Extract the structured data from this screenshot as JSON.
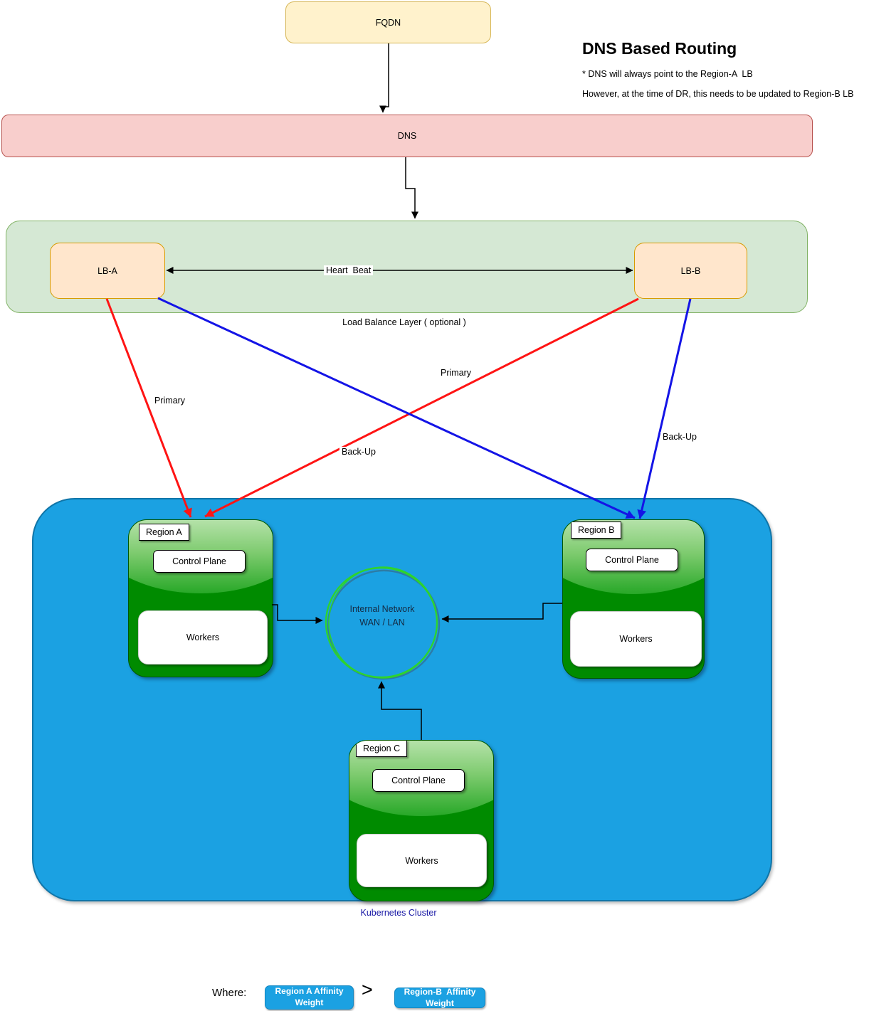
{
  "header": {
    "title": "DNS Based Routing",
    "notes": [
      "* DNS will always point to the Region-A  LB",
      "However, at the time of DR, this needs to be updated to Region-B LB"
    ]
  },
  "nodes": {
    "fqdn": {
      "label": "FQDN"
    },
    "dns": {
      "label": "DNS"
    },
    "lb_layer": {
      "caption": "Load Balance Layer ( optional )",
      "lb_a": "LB-A",
      "lb_b": "LB-B",
      "heartbeat_label": "Heart  Beat"
    }
  },
  "edges": {
    "lba_to_region_a": "Primary",
    "lba_to_region_b": "Back-Up",
    "lbb_to_region_a": "Primary",
    "lbb_to_region_b": "Back-Up"
  },
  "cluster": {
    "caption": "Kubernetes Cluster",
    "network": {
      "line1": "Internal Network",
      "line2": "WAN / LAN"
    },
    "regions": [
      {
        "name": "Region A",
        "control_plane": "Control Plane",
        "workers": "Workers"
      },
      {
        "name": "Region B",
        "control_plane": "Control Plane",
        "workers": "Workers"
      },
      {
        "name": "Region C",
        "control_plane": "Control Plane",
        "workers": "Workers"
      }
    ]
  },
  "legend": {
    "where": "Where:",
    "left_badge": {
      "line1": "Region A Affinity",
      "line2": "Weight"
    },
    "operator": ">",
    "right_badge": {
      "line1": "Region-B  Affinity",
      "line2": "Weight"
    }
  },
  "colors": {
    "fqdn_fill": "#FFF2CC",
    "fqdn_border": "#D6B656",
    "dns_fill": "#F8CECC",
    "dns_border": "#B85450",
    "lb_layer_fill": "#D5E8D4",
    "lb_layer_border": "#82B366",
    "lb_fill": "#FFE6CC",
    "lb_border": "#D79B00",
    "cluster_fill": "#1BA1E2",
    "cluster_border": "#1075A8",
    "region_green": "#008B00",
    "region_border": "#005700",
    "primary_arrow": "#FF1414",
    "backup_arrow": "#1414E6",
    "network_ring": "#2ED32E",
    "cluster_caption_text": "#1A1AA6",
    "badge_fill": "#1BA1E2"
  }
}
